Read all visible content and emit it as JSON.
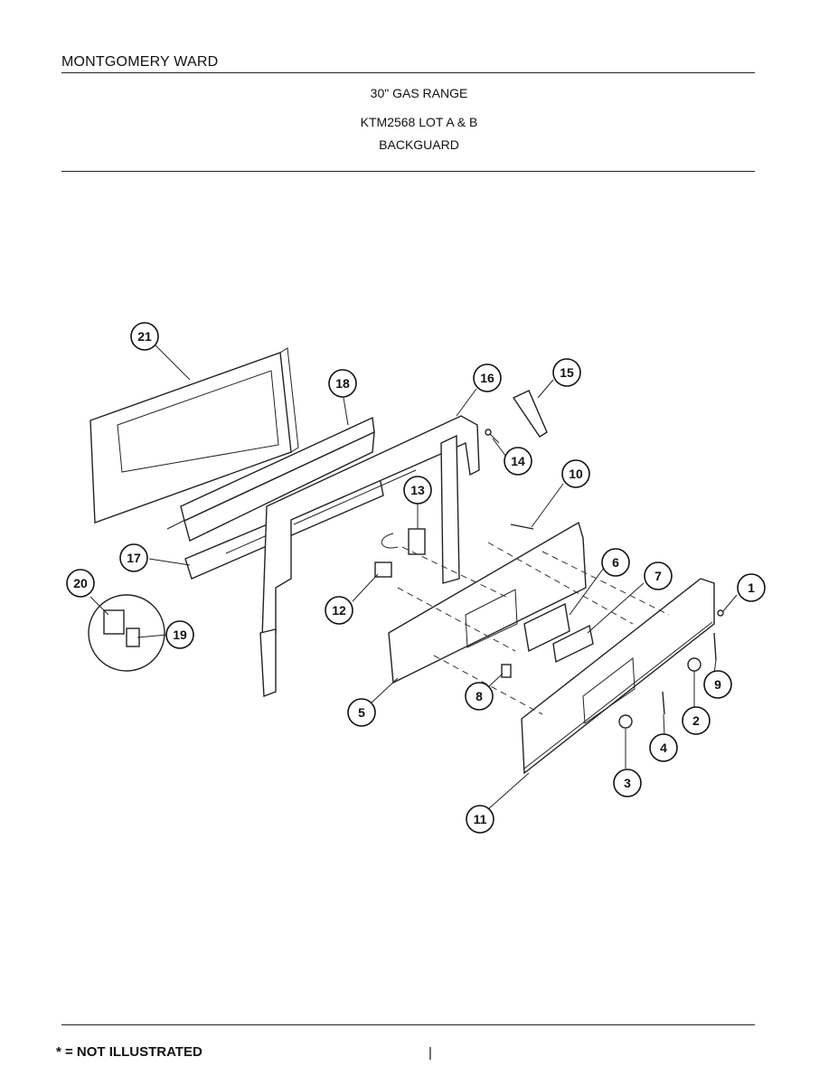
{
  "header": {
    "brand": "MONTGOMERY WARD",
    "title_line1": "30\" GAS RANGE",
    "title_line2": "KTM2568 LOT A & B",
    "title_line3": "BACKGUARD"
  },
  "callouts": [
    "1",
    "2",
    "3",
    "4",
    "5",
    "6",
    "7",
    "8",
    "9",
    "10",
    "11",
    "12",
    "13",
    "14",
    "15",
    "16",
    "17",
    "18",
    "19",
    "20",
    "21"
  ],
  "footer": {
    "note": "* = NOT ILLUSTRATED",
    "page_mark": "|"
  }
}
